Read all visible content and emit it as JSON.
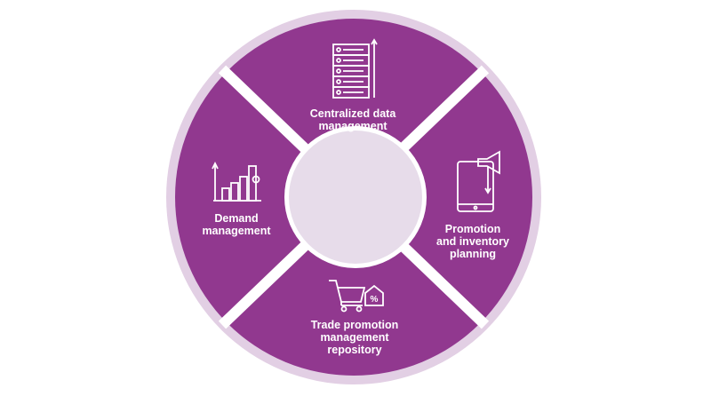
{
  "diagram": {
    "segments": [
      {
        "label": "Centralized data\nmanagement",
        "icon": "server-stack-icon"
      },
      {
        "label": "Promotion\nand inventory\nplanning",
        "icon": "tablet-megaphone-icon"
      },
      {
        "label": "Trade promotion\nmanagement\nrepository",
        "icon": "shopping-cart-tag-icon"
      },
      {
        "label": "Demand\nmanagement",
        "icon": "bar-chart-icon"
      }
    ],
    "colors": {
      "ring": "#e2cfe4",
      "segment": "#91388f",
      "center": "#e7dcea",
      "divider": "#ffffff"
    }
  }
}
